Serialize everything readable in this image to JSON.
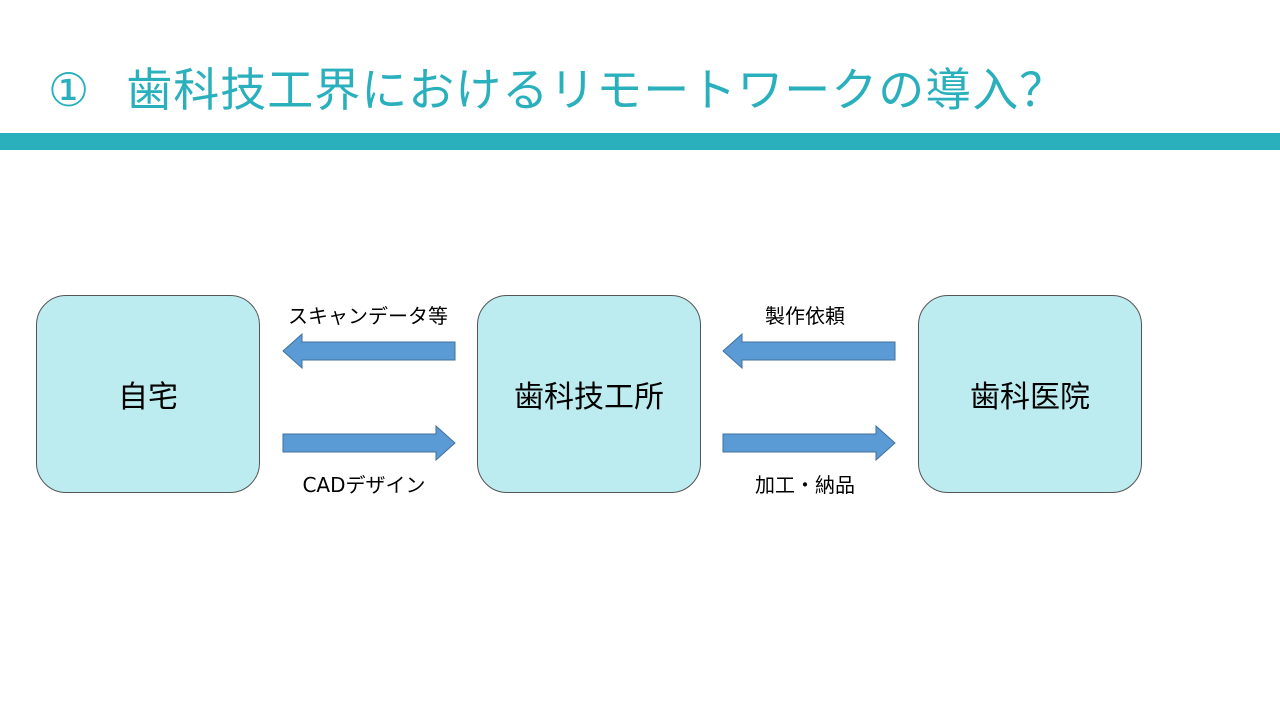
{
  "slide": {
    "title_number": "①",
    "title_text": "歯科技工界におけるリモートワークの導入？",
    "accent_color": "#2ab0bd"
  },
  "diagram": {
    "nodes": {
      "home": "自宅",
      "lab": "歯科技工所",
      "clinic": "歯科医院"
    },
    "edges": {
      "lab_to_home": "スキャンデータ等",
      "home_to_lab": "CADデザイン",
      "clinic_to_lab": "製作依頼",
      "lab_to_clinic": "加工・納品"
    },
    "node_fill": "#bcecef",
    "arrow_fill": "#5b9bd5"
  }
}
